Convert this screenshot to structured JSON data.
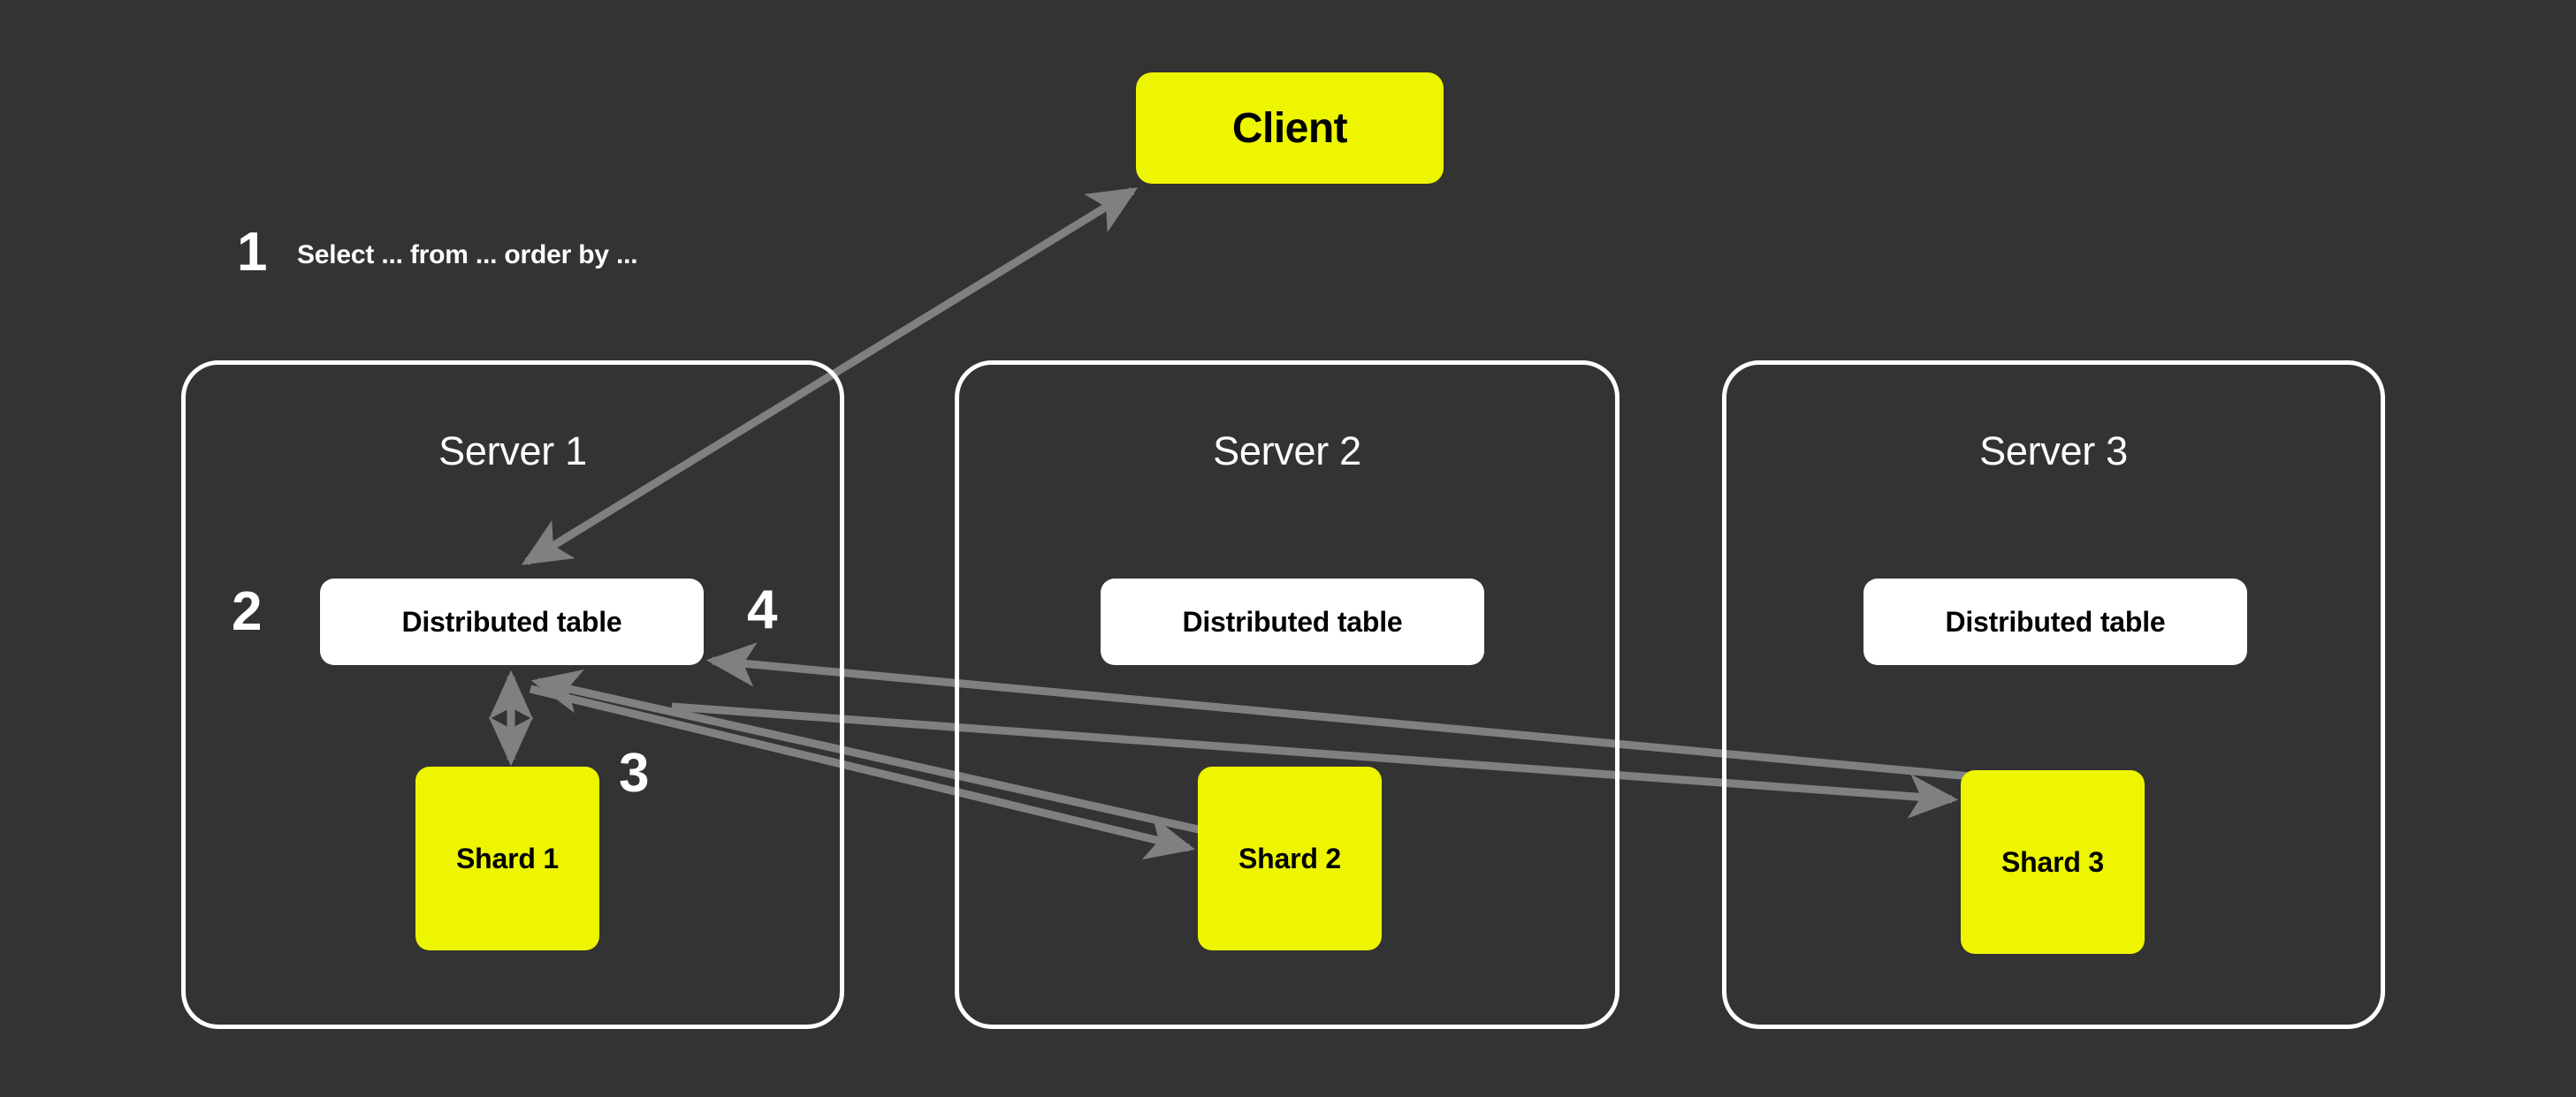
{
  "diagram": {
    "title": "Distributed query execution across sharded servers",
    "background_color": "#333333",
    "accent_color": "#EDF500",
    "arrow_color": "#808080",
    "frame_color": "#FFFFFF"
  },
  "client": {
    "label": "Client"
  },
  "steps": [
    {
      "number": "1",
      "text": "Select ... from ... order by ..."
    },
    {
      "number": "2",
      "text": ""
    },
    {
      "number": "3",
      "text": ""
    },
    {
      "number": "4",
      "text": ""
    }
  ],
  "servers": [
    {
      "title": "Server 1",
      "distributed_table": "Distributed table",
      "shard": "Shard 1"
    },
    {
      "title": "Server 2",
      "distributed_table": "Distributed table",
      "shard": "Shard 2"
    },
    {
      "title": "Server 3",
      "distributed_table": "Distributed table",
      "shard": "Shard 3"
    }
  ],
  "connections": [
    {
      "name": "client-to-distributed-table-1",
      "from": "Client",
      "to": "Distributed table (Server 1)",
      "direction": "bidirectional"
    },
    {
      "name": "distributed-table-1-to-shard-1",
      "from": "Distributed table (Server 1)",
      "to": "Shard 1",
      "direction": "bidirectional"
    },
    {
      "name": "distributed-table-1-to-shard-2",
      "from": "Distributed table (Server 1)",
      "to": "Shard 2",
      "direction": "forward"
    },
    {
      "name": "distributed-table-1-to-shard-3",
      "from": "Distributed table (Server 1)",
      "to": "Shard 3",
      "direction": "forward"
    },
    {
      "name": "shard-2-to-distributed-table-1",
      "from": "Shard 2",
      "to": "Distributed table (Server 1)",
      "direction": "forward"
    },
    {
      "name": "shard-3-to-distributed-table-1",
      "from": "Shard 3",
      "to": "Distributed table (Server 1)",
      "direction": "forward"
    }
  ]
}
